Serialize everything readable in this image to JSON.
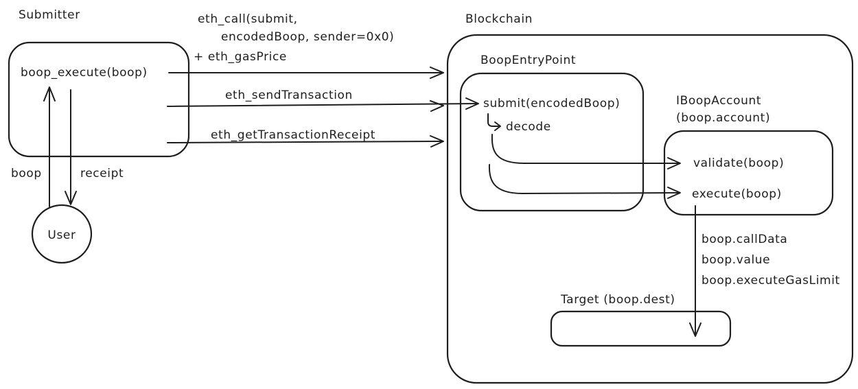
{
  "diagram": {
    "submitter": {
      "title": "Submitter",
      "method": "boop_execute(boop)"
    },
    "user": {
      "label": "User",
      "boop_label": "boop",
      "receipt_label": "receipt"
    },
    "rpc_calls": {
      "eth_call_line1": "eth_call(submit,",
      "eth_call_line2": "encodedBoop, sender=0x0)",
      "eth_call_line3": "+ eth_gasPrice",
      "eth_send": "eth_sendTransaction",
      "eth_get_receipt": "eth_getTransactionReceipt"
    },
    "blockchain": {
      "title": "Blockchain",
      "entrypoint": {
        "title": "BoopEntryPoint",
        "submit": "submit(encodedBoop)",
        "decode": "decode"
      },
      "account": {
        "title": "IBoopAccount",
        "subtitle": "(boop.account)",
        "validate": "validate(boop)",
        "execute": "execute(boop)"
      },
      "execute_args": [
        "boop.callData",
        "boop.value",
        "boop.executeGasLimit"
      ],
      "target": {
        "title": "Target (boop.dest)"
      }
    },
    "colors": {
      "stroke": "#1e1e1e",
      "background": "#ffffff"
    }
  }
}
